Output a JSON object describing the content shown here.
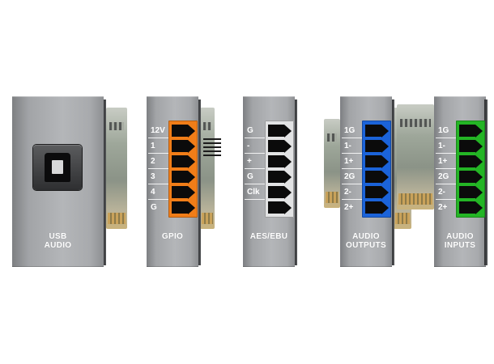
{
  "modules": [
    {
      "id": "usb",
      "label_line1": "USB",
      "label_line2": "AUDIO"
    },
    {
      "id": "gpio",
      "label_line1": "GPIO",
      "label_line2": "",
      "terminal_color": "#f07d18",
      "pins": [
        "12V",
        "1",
        "2",
        "3",
        "4",
        "G"
      ]
    },
    {
      "id": "aes",
      "label_line1": "AES/EBU",
      "label_line2": "",
      "terminal_color": "#e2e3e4",
      "pins": [
        "G",
        "-",
        "+",
        "G",
        "Clk",
        ""
      ]
    },
    {
      "id": "aout",
      "label_line1": "AUDIO",
      "label_line2": "OUTPUTS",
      "terminal_color": "#1b63d9",
      "pins": [
        "1G",
        "1-",
        "1+",
        "2G",
        "2-",
        "2+"
      ]
    },
    {
      "id": "ain",
      "label_line1": "AUDIO",
      "label_line2": "INPUTS",
      "terminal_color": "#24b525",
      "pins": [
        "1G",
        "1-",
        "1+",
        "2G",
        "2-",
        "2+"
      ]
    }
  ],
  "icons": {
    "usb_port": "usb-b-connector-icon",
    "terminal_arrow": "arrow-right-icon"
  }
}
